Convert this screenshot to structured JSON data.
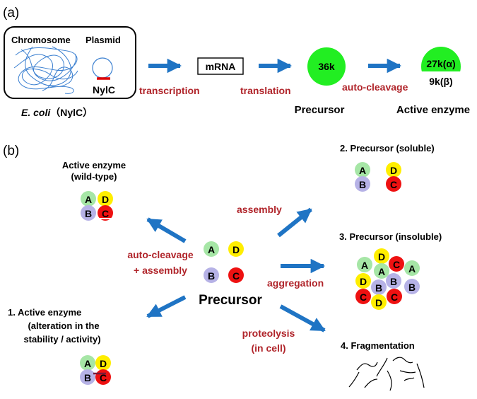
{
  "colors": {
    "arrow": "#1f74c4",
    "label_red": "#b0242a",
    "sub_A": "#a6e6a6",
    "sub_B": "#b6b2e6",
    "sub_C": "#ee1111",
    "sub_D": "#ffee00",
    "green_big": "#22ee22"
  },
  "panel_a": {
    "label": "(a)",
    "chromosome": "Chromosome",
    "plasmid": "Plasmid",
    "gene": "NylC",
    "host_italic": "E. coli",
    "host_rest": "（NylC）",
    "mrna": "mRNA",
    "transcription": "transcription",
    "translation": "translation",
    "precursor_mass": "36k",
    "auto_cleavage": "auto-cleavage",
    "alpha": "27k(α)",
    "beta": "9k(β)",
    "precursor": "Precursor",
    "active_enzyme": "Active enzyme"
  },
  "panel_b": {
    "label": "(b)",
    "wild_type_l1": "Active enzyme",
    "wild_type_l2": "(wild-type)",
    "soluble": "2. Precursor (soluble)",
    "insoluble": "3.  Precursor (insoluble)",
    "altered_l1": "1.   Active enzyme",
    "altered_l2": "(alteration in the",
    "altered_l3": "stability / activity)",
    "fragmentation": "4. Fragmentation",
    "assembly": "assembly",
    "auto_cleavage_assembly_l1": "auto-cleavage",
    "auto_cleavage_assembly_l2": "+ assembly",
    "aggregation": "aggregation",
    "proteolysis_l1": "proteolysis",
    "proteolysis_l2": "(in cell)",
    "center": "Precursor",
    "subunits": [
      "A",
      "B",
      "C",
      "D"
    ]
  }
}
